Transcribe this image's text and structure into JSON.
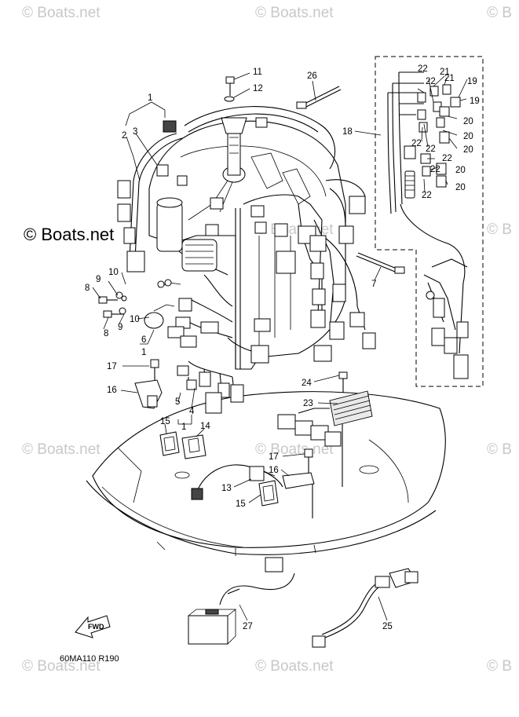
{
  "watermark": {
    "text": "© Boats.net",
    "main_text": "© Boats.net",
    "edge_fragment": "© B"
  },
  "diagram": {
    "code": "60MA110 R190",
    "fwd_label": "FWD"
  },
  "callouts": [
    "1",
    "2",
    "3",
    "4",
    "5",
    "6",
    "7",
    "8",
    "9",
    "10",
    "11",
    "12",
    "13",
    "14",
    "15",
    "16",
    "17",
    "18",
    "19",
    "20",
    "21",
    "22",
    "23",
    "24",
    "25",
    "26",
    "27"
  ],
  "callout_instances": [
    {
      "id": "c1a",
      "text": "1"
    },
    {
      "id": "c2",
      "text": "2"
    },
    {
      "id": "c3",
      "text": "3"
    },
    {
      "id": "c11",
      "text": "11"
    },
    {
      "id": "c12",
      "text": "12"
    },
    {
      "id": "c26",
      "text": "26"
    },
    {
      "id": "c18",
      "text": "18"
    },
    {
      "id": "c7",
      "text": "7"
    },
    {
      "id": "c22a",
      "text": "22"
    },
    {
      "id": "c21a",
      "text": "21"
    },
    {
      "id": "c21b",
      "text": "21"
    },
    {
      "id": "c19a",
      "text": "19"
    },
    {
      "id": "c19b",
      "text": "19"
    },
    {
      "id": "c22b",
      "text": "22"
    },
    {
      "id": "c20a",
      "text": "20"
    },
    {
      "id": "c20b",
      "text": "20"
    },
    {
      "id": "c20c",
      "text": "20"
    },
    {
      "id": "c22c",
      "text": "22"
    },
    {
      "id": "c22d",
      "text": "22"
    },
    {
      "id": "c22e",
      "text": "22"
    },
    {
      "id": "c22f",
      "text": "22"
    },
    {
      "id": "c20d",
      "text": "20"
    },
    {
      "id": "c20e",
      "text": "20"
    },
    {
      "id": "c22g",
      "text": "22"
    },
    {
      "id": "c10a",
      "text": "10"
    },
    {
      "id": "c9a",
      "text": "9"
    },
    {
      "id": "c8a",
      "text": "8"
    },
    {
      "id": "c8b",
      "text": "8"
    },
    {
      "id": "c9b",
      "text": "9"
    },
    {
      "id": "c10b",
      "text": "10"
    },
    {
      "id": "c6",
      "text": "6"
    },
    {
      "id": "c1b",
      "text": "1"
    },
    {
      "id": "c17a",
      "text": "17"
    },
    {
      "id": "c16a",
      "text": "16"
    },
    {
      "id": "c4",
      "text": "4"
    },
    {
      "id": "c5",
      "text": "5"
    },
    {
      "id": "c1c",
      "text": "1"
    },
    {
      "id": "c15a",
      "text": "15"
    },
    {
      "id": "c14",
      "text": "14"
    },
    {
      "id": "c24",
      "text": "24"
    },
    {
      "id": "c23",
      "text": "23"
    },
    {
      "id": "c17b",
      "text": "17"
    },
    {
      "id": "c16b",
      "text": "16"
    },
    {
      "id": "c13",
      "text": "13"
    },
    {
      "id": "c15b",
      "text": "15"
    },
    {
      "id": "c27",
      "text": "27"
    },
    {
      "id": "c25",
      "text": "25"
    }
  ]
}
